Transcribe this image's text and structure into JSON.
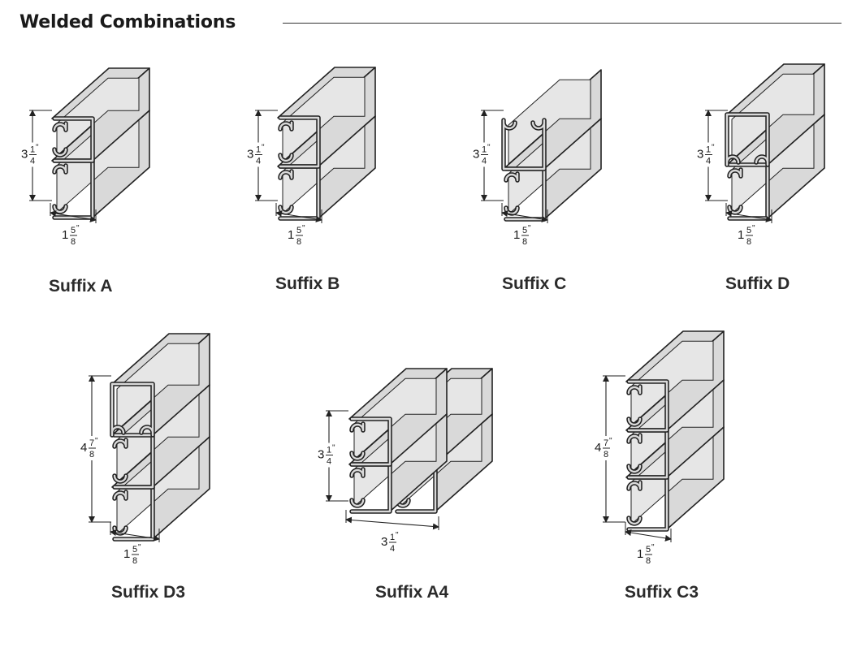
{
  "header": {
    "title": "Welded Combinations"
  },
  "variants": [
    {
      "label": "Suffix A",
      "height_dim": {
        "whole": "3",
        "num": "1",
        "den": "4"
      },
      "width_dim": {
        "whole": "1",
        "num": "5",
        "den": "8"
      }
    },
    {
      "label": "Suffix B",
      "height_dim": {
        "whole": "3",
        "num": "1",
        "den": "4"
      },
      "width_dim": {
        "whole": "1",
        "num": "5",
        "den": "8"
      }
    },
    {
      "label": "Suffix C",
      "height_dim": {
        "whole": "3",
        "num": "1",
        "den": "4"
      },
      "width_dim": {
        "whole": "1",
        "num": "5",
        "den": "8"
      }
    },
    {
      "label": "Suffix D",
      "height_dim": {
        "whole": "3",
        "num": "1",
        "den": "4"
      },
      "width_dim": {
        "whole": "1",
        "num": "5",
        "den": "8"
      }
    },
    {
      "label": "Suffix D3",
      "height_dim": {
        "whole": "4",
        "num": "7",
        "den": "8"
      },
      "width_dim": {
        "whole": "1",
        "num": "5",
        "den": "8"
      }
    },
    {
      "label": "Suffix A4",
      "height_dim": {
        "whole": "3",
        "num": "1",
        "den": "4"
      },
      "width_dim": {
        "whole": "3",
        "num": "1",
        "den": "4"
      }
    },
    {
      "label": "Suffix C3",
      "height_dim": {
        "whole": "4",
        "num": "7",
        "den": "8"
      },
      "width_dim": {
        "whole": "1",
        "num": "5",
        "den": "8"
      }
    }
  ],
  "colors": {
    "fill": "#d9d9d9",
    "stroke": "#222222",
    "text": "#1a1a1a"
  }
}
